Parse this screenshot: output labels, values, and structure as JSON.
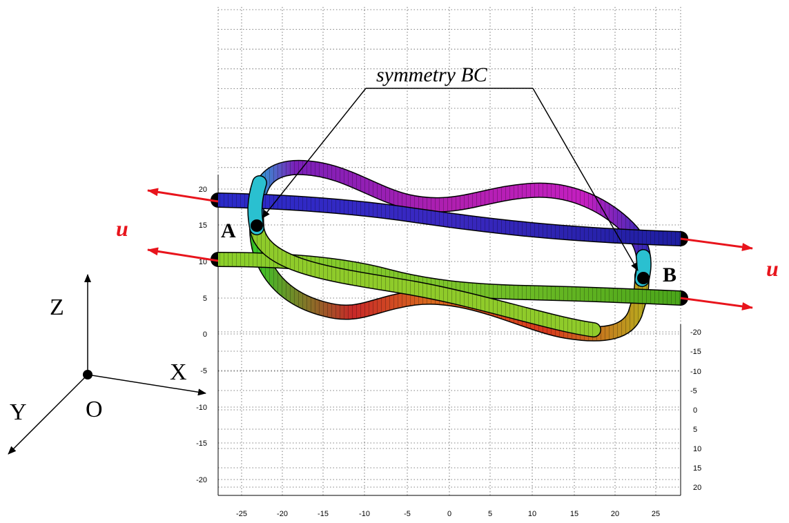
{
  "figure": {
    "callout_label": "symmetry BC",
    "point_a_label": "A",
    "point_b_label": "B",
    "load_label_left": "u",
    "load_label_right": "u"
  },
  "axes_triad": {
    "z_label": "Z",
    "x_label": "X",
    "y_label": "Y",
    "origin_label": "O"
  },
  "ticks": {
    "horizontal": [
      "-25",
      "-20",
      "-15",
      "-10",
      "-5",
      "0",
      "5",
      "10",
      "15",
      "20",
      "25"
    ],
    "left_vertical": [
      "20",
      "15",
      "10",
      "5",
      "0",
      "-5",
      "-10",
      "-15",
      "-20"
    ],
    "right_vertical": [
      "-20",
      "-15",
      "-10",
      "-5",
      "0",
      "5",
      "10",
      "15",
      "20"
    ]
  },
  "colors": {
    "load_arrow": "#e8141c",
    "tube_top": "#1a1aa8",
    "tube_bottom": "#6fb81f",
    "loop_top": "#9a1fb0",
    "loop_bottom": "#c8282a",
    "end_cap": "#1fb8c8"
  }
}
